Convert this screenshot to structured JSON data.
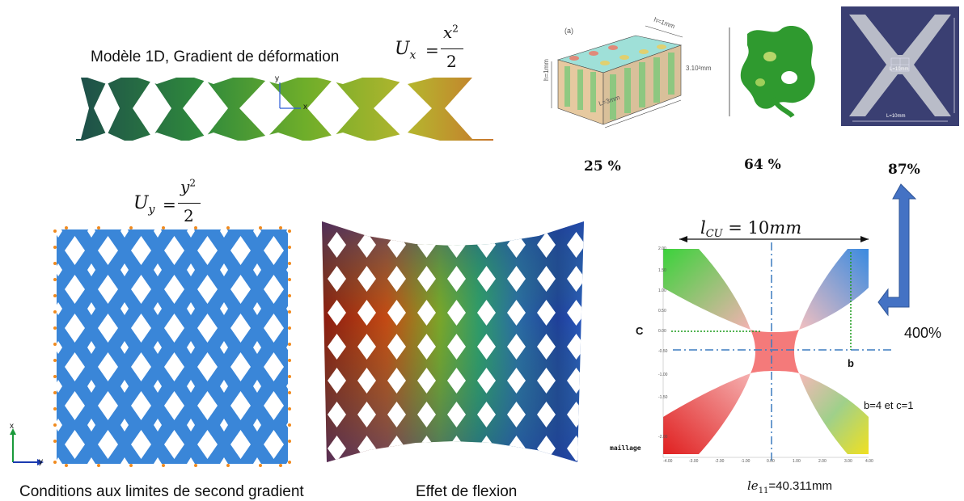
{
  "top_left": {
    "title": "Modèle 1D, Gradient de déformation",
    "eq_ux_lhs": "U",
    "eq_ux_sub": "x",
    "eq_ux_num": "x",
    "eq_ux_exp": "2",
    "eq_ux_den": "2",
    "axis_y": "y",
    "axis_x": "x"
  },
  "eq_uy": {
    "lhs": "U",
    "sub": "y",
    "num": "y",
    "exp": "2",
    "den": "2"
  },
  "bottom_left": {
    "caption_left": "Conditions aux limites de second gradient",
    "caption_mid": "Effet de flexion",
    "axis_x": "x",
    "axis_y": "y"
  },
  "top_right": {
    "panel_a_label": "(a)",
    "dim_h": "h=1mm",
    "dim_w": "h=1mm",
    "dim_l": "L=3mm",
    "gyroid_dim": "3.10²mm",
    "cross_l1": "L=10mm",
    "cross_l2": "L=10mm",
    "pct_1": "25 %",
    "pct_2": "64 %",
    "pct_3": "87%"
  },
  "right_plot": {
    "lcu_label": "l",
    "lcu_sub": "CU",
    "lcu_value": " = 10",
    "lcu_unit": "mm",
    "pct_400": "400%",
    "c_label": "C",
    "b_label": "b",
    "bc_text": "b=4 et c=1",
    "maillage": "maillage",
    "le_label": "le",
    "le_sub": "11",
    "le_value": "=40.311mm",
    "y_ticks": [
      "2.00",
      "1.50",
      "1.00",
      "0.50",
      "0.00",
      "-0.50",
      "-1.00",
      "-1.50",
      "-2.00"
    ],
    "x_ticks": [
      "-4.00",
      "-3.00",
      "-2.00",
      "-1.00",
      "0.00",
      "1.00",
      "2.00",
      "3.00",
      "4.00"
    ]
  },
  "colors": {
    "arrow_blue": "#4472c4",
    "lattice_blue": "#3a86d8",
    "green_dotted": "#1a9a1a",
    "dashdot": "#3b7bbf"
  }
}
